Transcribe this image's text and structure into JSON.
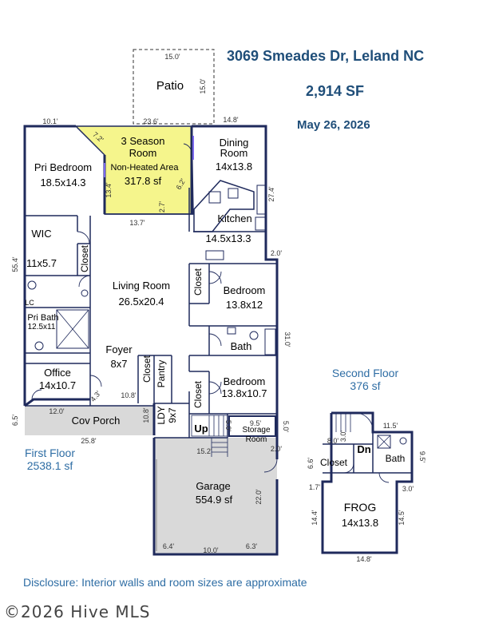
{
  "header": {
    "address": "3069 Smeades Dr, Leland NC",
    "total_sf": "2,914 SF",
    "date": "May 26, 2026"
  },
  "floors": [
    {
      "name": "First Floor",
      "area": "2538.1 sf"
    },
    {
      "name": "Second Floor",
      "area": "376 sf"
    }
  ],
  "rooms": {
    "patio": {
      "name": "Patio"
    },
    "season": {
      "name1": "3 Season",
      "name2": "Room",
      "note": "Non-Heated Area",
      "area": "317.8 sf"
    },
    "dining": {
      "name1": "Dining",
      "name2": "Room",
      "size": "14x13.8"
    },
    "pri_bed": {
      "name": "Pri Bedroom",
      "size": "18.5x14.3"
    },
    "kitchen": {
      "name": "Kitchen",
      "size": "14.5x13.3"
    },
    "wic": {
      "name": "WIC",
      "size": "11x5.7"
    },
    "living": {
      "name": "Living Room",
      "size": "26.5x20.4"
    },
    "bed1": {
      "name": "Bedroom",
      "size": "13.8x12"
    },
    "pri_bath": {
      "name": "Pri Bath",
      "size": "12.5x11"
    },
    "lc": {
      "name": "LC"
    },
    "bath": {
      "name": "Bath"
    },
    "foyer": {
      "name": "Foyer",
      "size": "8x7"
    },
    "office": {
      "name": "Office",
      "size": "14x10.7"
    },
    "bed2": {
      "name": "Bedroom",
      "size": "13.8x10.7"
    },
    "closet": {
      "name": "Closet"
    },
    "pantry": {
      "name": "Pantry"
    },
    "ldy": {
      "name": "LDY",
      "size": "9x7"
    },
    "porch": {
      "name": "Cov Porch"
    },
    "up": {
      "name": "Up"
    },
    "dn": {
      "name": "Dn"
    },
    "storage": {
      "name1": "Storage",
      "name2": "Room"
    },
    "garage": {
      "name": "Garage",
      "area": "554.9 sf"
    },
    "frog": {
      "name": "FROG",
      "size": "14x13.8"
    },
    "bath2": {
      "name": "Bath"
    }
  },
  "dims": {
    "patio_w": "15.0'",
    "patio_h": "15.0'",
    "top_left": "10.1'",
    "season_top": "23.6'",
    "right_top": "14.8'",
    "diag1": "7.2'",
    "season_h": "13.4'",
    "diag2": "6.2'",
    "diag3": "2.7'",
    "season_bottom": "13.7'",
    "right_side": "27.4'",
    "kitchen_step": "2.0'",
    "left_side": "55.4'",
    "right_side2": "31.0'",
    "porch_diag": "4.3'",
    "porch_right": "10.8'",
    "porch_top": "12.0'",
    "porch_side": "6.5'",
    "porch_vert": "10.8'",
    "porch_bottom": "25.8'",
    "storage_w": "9.5'",
    "storage_h": "5.0'",
    "stair_v": "5.0'",
    "garage_step": "2.0'",
    "garage_top": "15.2'",
    "garage_h": "22.0'",
    "garage_bl": "6.4'",
    "garage_b": "10.0'",
    "garage_br": "6.3'",
    "sf_top": "11.5'",
    "sf_stair": "3.0'",
    "sf_left_top": "8.0'",
    "sf_right_top": "9.5'",
    "sf_closet_h": "6.6'",
    "sf_left_step": "1.7'",
    "sf_right_step": "3.0'",
    "frog_h_left": "14.4'",
    "frog_h_right": "14.5'",
    "frog_w": "14.8'"
  },
  "disclosure": "Disclosure: Interior walls and room sizes are approximate",
  "watermark": "©2026 Hive MLS",
  "colors": {
    "wall": "#1f2a5c",
    "season_fill": "#f5f58c",
    "porch_fill": "#d9d9d9",
    "garage_fill": "#d9d9d9",
    "title": "#1f4e79",
    "floor_label": "#2e6da4",
    "door_accent": "#7b68ee"
  }
}
